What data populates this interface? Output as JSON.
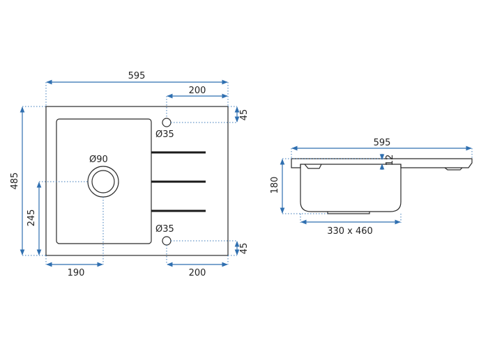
{
  "colors": {
    "dimension_line": "#2f6fb0",
    "outline": "#2a2a2a",
    "drain_bars": "#1a1a1a",
    "background": "#ffffff"
  },
  "top_view": {
    "overall_width": "595",
    "overall_height": "485",
    "tap_hole_offset_top": "200",
    "tap_hole_offset_bottom": "200",
    "tap_hole_top_diameter": "Ø35",
    "tap_hole_bottom_diameter": "Ø35",
    "tap_hole_top_edge_distance": "45",
    "tap_hole_bottom_edge_distance": "45",
    "drain_diameter": "Ø90",
    "drain_offset_left": "190",
    "drain_offset_bottom": "245"
  },
  "side_view": {
    "overall_width": "595",
    "rim_thickness": "12",
    "bowl_depth": "180",
    "bowl_size": "330 x 460"
  }
}
